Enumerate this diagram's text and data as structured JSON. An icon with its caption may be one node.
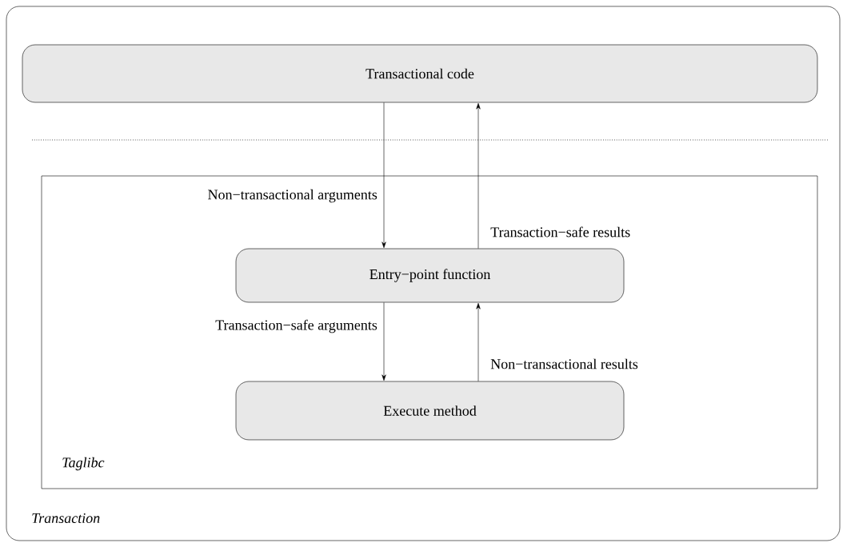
{
  "diagram": {
    "nodes": [
      {
        "text": [
          "Transaction"
        ]
      },
      {
        "text": [
          "Transactional code"
        ],
        "in": 0
      },
      {
        "text": [
          "Taglibc"
        ],
        "in": 0
      },
      {
        "text": [
          "Entry−point function"
        ],
        "in": 2
      },
      {
        "text": [
          "Execute method"
        ],
        "in": 2
      }
    ],
    "edges": [
      {
        "from": 1,
        "to": 3,
        "arrow": "to",
        "label": "Non−transactional arguments"
      },
      {
        "from": 3,
        "to": 1,
        "arrow": "to",
        "label": "Transaction−safe results"
      },
      {
        "from": 3,
        "to": 4,
        "arrow": "to",
        "label": "Transaction−safe arguments"
      },
      {
        "from": 4,
        "to": 3,
        "arrow": "to",
        "label": "Non−transactional results"
      }
    ]
  }
}
